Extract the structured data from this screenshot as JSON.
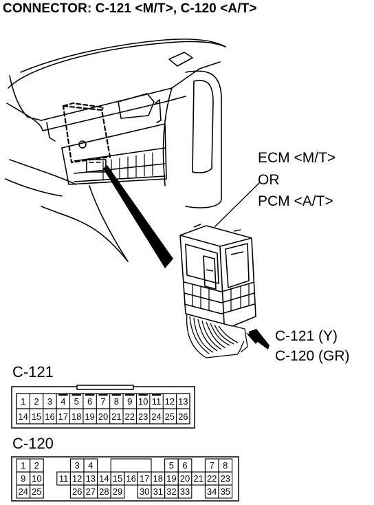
{
  "title": "CONNECTOR: C-121 <M/T>, C-120 <A/T>",
  "ecm_label": {
    "line1": "ECM <M/T>",
    "line2": "OR",
    "line3": "PCM <A/T>"
  },
  "connector_callout": {
    "line1": "C-121 (Y)",
    "line2": "C-120 (GR)"
  },
  "c121": {
    "name": "C-121",
    "row1": [
      "1",
      "2",
      "3",
      "4",
      "5",
      "6",
      "7",
      "8",
      "9",
      "10",
      "11",
      "12",
      "13"
    ],
    "row2": [
      "14",
      "15",
      "16",
      "17",
      "18",
      "19",
      "20",
      "21",
      "22",
      "23",
      "24",
      "25",
      "26"
    ]
  },
  "c120": {
    "name": "C-120",
    "row1": [
      {
        "col": 0,
        "label": "1"
      },
      {
        "col": 1,
        "label": "2"
      },
      {
        "col": 4,
        "label": "3"
      },
      {
        "col": 5,
        "label": "4"
      },
      {
        "col": 11,
        "label": "5"
      },
      {
        "col": 12,
        "label": "6"
      },
      {
        "col": 14,
        "label": "7"
      },
      {
        "col": 15,
        "label": "8"
      }
    ],
    "row2": [
      {
        "col": 0,
        "label": "9"
      },
      {
        "col": 1,
        "label": "10"
      },
      {
        "col": 3,
        "label": "11"
      },
      {
        "col": 4,
        "label": "12"
      },
      {
        "col": 5,
        "label": "13"
      },
      {
        "col": 6,
        "label": "14"
      },
      {
        "col": 7,
        "label": "15"
      },
      {
        "col": 8,
        "label": "16"
      },
      {
        "col": 9,
        "label": "17"
      },
      {
        "col": 10,
        "label": "18"
      },
      {
        "col": 11,
        "label": "19"
      },
      {
        "col": 12,
        "label": "20"
      },
      {
        "col": 13,
        "label": "21"
      },
      {
        "col": 14,
        "label": "22"
      },
      {
        "col": 15,
        "label": "23"
      }
    ],
    "row3": [
      {
        "col": 0,
        "label": "24"
      },
      {
        "col": 1,
        "label": "25"
      },
      {
        "col": 4,
        "label": "26"
      },
      {
        "col": 5,
        "label": "27"
      },
      {
        "col": 6,
        "label": "28"
      },
      {
        "col": 7,
        "label": "29"
      },
      {
        "col": 9,
        "label": "30"
      },
      {
        "col": 10,
        "label": "31"
      },
      {
        "col": 11,
        "label": "32"
      },
      {
        "col": 12,
        "label": "33"
      },
      {
        "col": 14,
        "label": "34"
      },
      {
        "col": 15,
        "label": "35"
      }
    ]
  }
}
